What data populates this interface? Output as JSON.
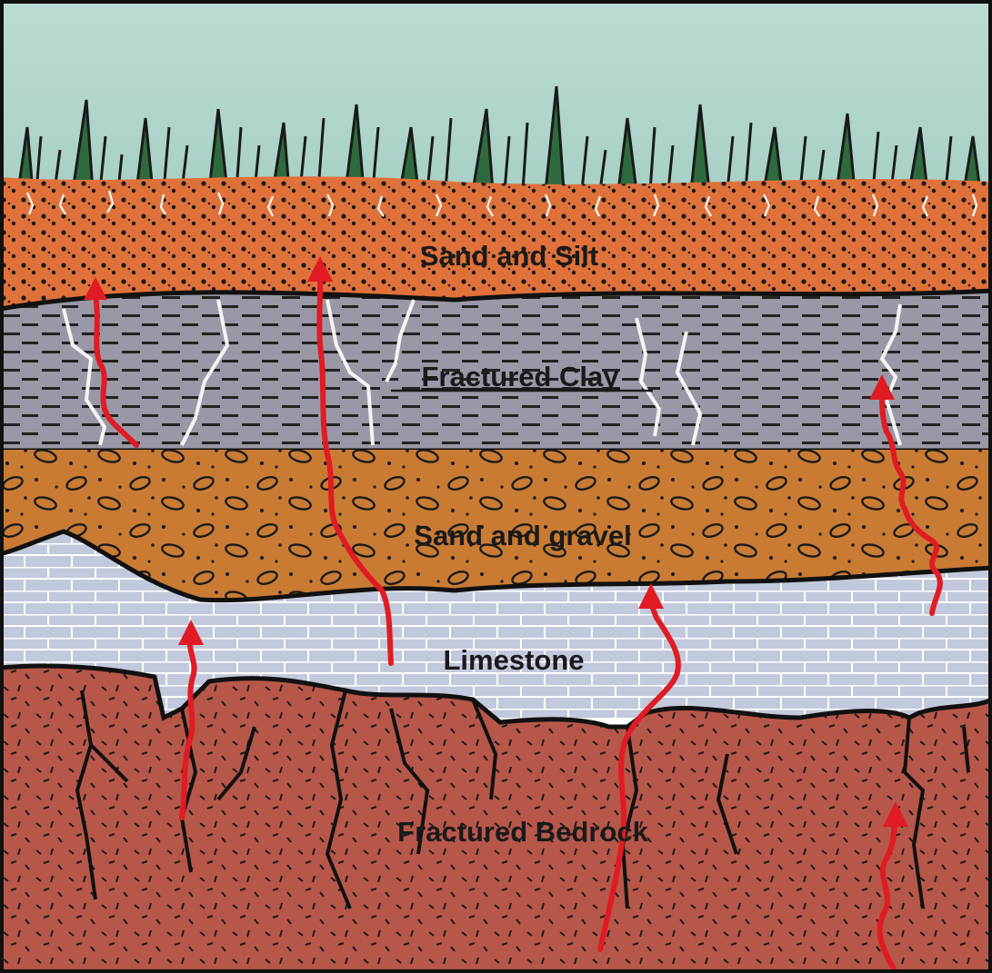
{
  "layers": [
    {
      "id": "sand-and-silt",
      "label": "Sand and Silt",
      "color": "#e0713a"
    },
    {
      "id": "fractured-clay",
      "label": "Fractured Clay",
      "color": "#9a98a6",
      "underlined": true
    },
    {
      "id": "sand-and-gravel",
      "label": "Sand and gravel",
      "color": "#c97b34"
    },
    {
      "id": "limestone",
      "label": "Limestone",
      "color": "#c3c9dc"
    },
    {
      "id": "fractured-bedrock",
      "label": "Fractured Bedrock",
      "color": "#b7574a"
    }
  ],
  "colors": {
    "sky": "#b7d8d0",
    "grass": "#2e6a3e",
    "fracture": "#f4f4f4",
    "flow-arrow": "#e01b23",
    "outline": "#111111"
  },
  "icons": {
    "flow-arrow": "upward-migration-arrow"
  }
}
